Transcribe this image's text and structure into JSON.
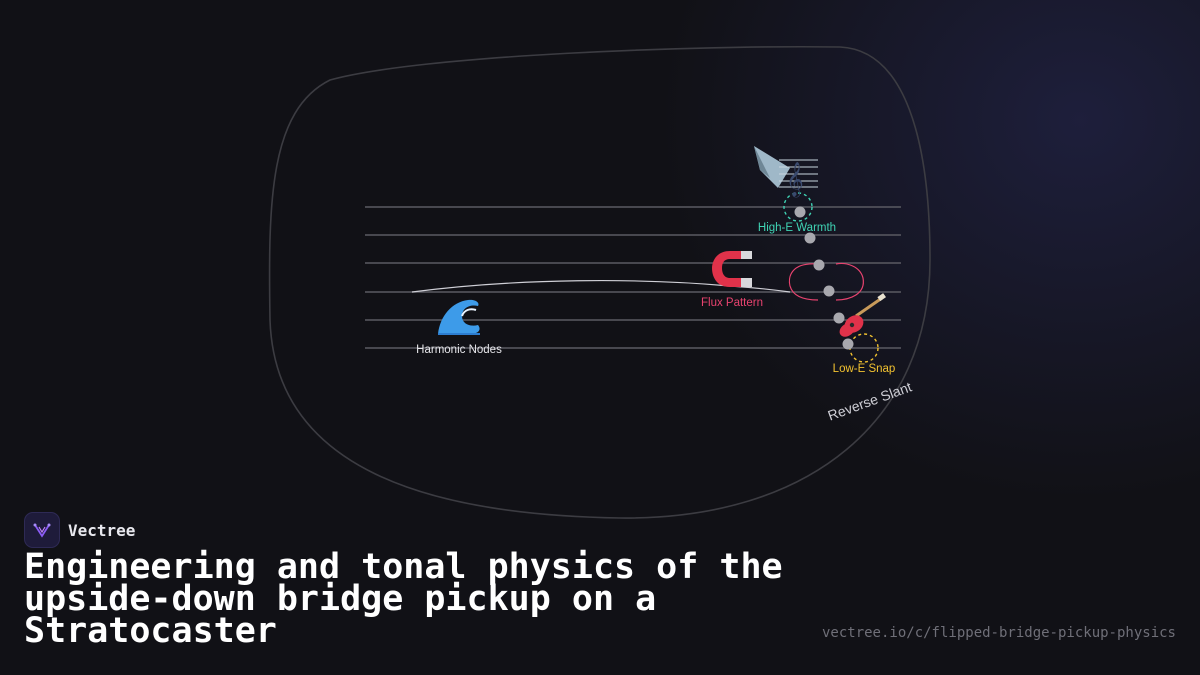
{
  "brand": {
    "name": "Vectree"
  },
  "headline": "Engineering and tonal physics of the upside-down bridge pickup on a Stratocaster",
  "url": "vectree.io/c/flipped-bridge-pickup-physics",
  "diagram": {
    "nodes": {
      "high_e": {
        "label": "High-E Warmth",
        "icon": "ruler-music-icon",
        "color": "#3fd3b4"
      },
      "flux": {
        "label": "Flux Pattern",
        "icon": "magnet-icon",
        "color": "#e8436f"
      },
      "harmonic": {
        "label": "Harmonic Nodes",
        "icon": "wave-icon",
        "color": "#e6e6ea"
      },
      "low_e": {
        "label": "Low-E Snap",
        "icon": "guitar-icon",
        "color": "#f2c230"
      },
      "slant": {
        "label": "Reverse Slant",
        "color": "#cfcfd6"
      }
    }
  },
  "colors": {
    "background": "#111116",
    "strings": "#5a5a62",
    "pole_pieces": "#a8a8ae",
    "body_outline": "#3c3c42"
  }
}
